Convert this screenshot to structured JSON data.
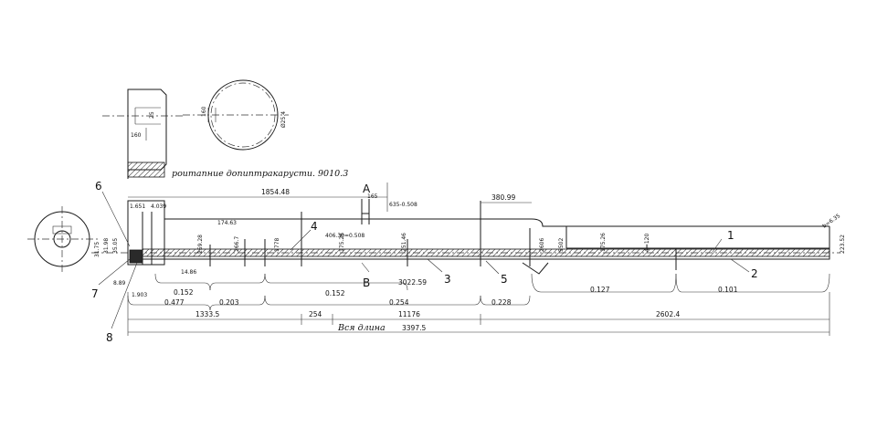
{
  "notes": {
    "tolerance_note": "роитапние допиптракарусти. 9010.3",
    "overall_length_label": "Вся длина",
    "overall_length_value": "3397.5"
  },
  "callouts": {
    "c1": "1",
    "c2": "2",
    "c3": "3",
    "c4": "4",
    "c5": "5",
    "c6": "6",
    "c7": "7",
    "c8": "8",
    "sec_a": "A",
    "sec_b": "B"
  },
  "top_dims": {
    "d1854": "1854.48",
    "d380": "380.99",
    "d635": "635-0.508",
    "d165": "165",
    "d4039": "4.039",
    "d1651": "1.651"
  },
  "vertical_dims": {
    "v25928": "259.28",
    "v5502": "5502",
    "v2606": "2606",
    "v17526": "175.26",
    "v25146": "251.46",
    "v17526b": "175.26",
    "v1778": "1778",
    "v2667": "266.7",
    "v1746": "174.63",
    "v22352": "223.52",
    "v3175": "31.75",
    "v3198": "31.98",
    "v3505": "35.05",
    "v4": "4=120",
    "v6": "b=6.35",
    "v406": "406.30=0.508"
  },
  "segment_dims": {
    "s1": "0.152",
    "s2": "0.477",
    "s3": "0.203",
    "s4": "0.152",
    "s5": "0.254",
    "s6": "0.228",
    "s7": "0.127",
    "s8": "0.101",
    "s9": "1.903",
    "s10": "3022.59",
    "s11": "14.86",
    "s12": "8.89"
  },
  "length_dims": {
    "l1": "1333.5",
    "l2": "254",
    "l3": "11176",
    "l4": "2602.4"
  },
  "detail": {
    "d160": "160",
    "d25": "25",
    "d160b": "160",
    "dia": "Ø25.4"
  }
}
